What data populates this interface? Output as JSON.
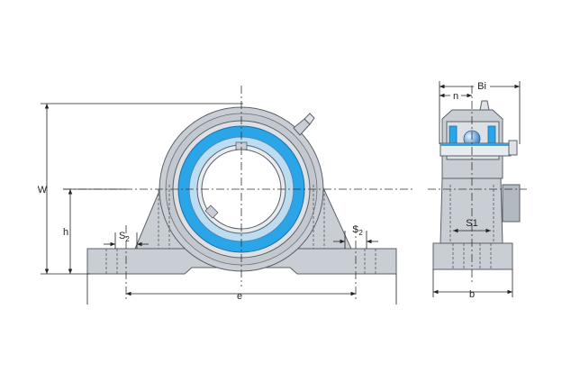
{
  "labels": {
    "W": "W",
    "h": "h",
    "S2_left": "S",
    "S2_left_sub": "2",
    "S2_right": "S",
    "S2_right_sub": "2",
    "e": "e",
    "Bi": "Bi",
    "n": "n",
    "S1": "S1",
    "b": "b"
  },
  "colors": {
    "housing": "#c9ced4",
    "bearing_ring": "#2aa6e8",
    "bearing_inner": "#bcdcf2",
    "ball": "#3b9be0"
  }
}
